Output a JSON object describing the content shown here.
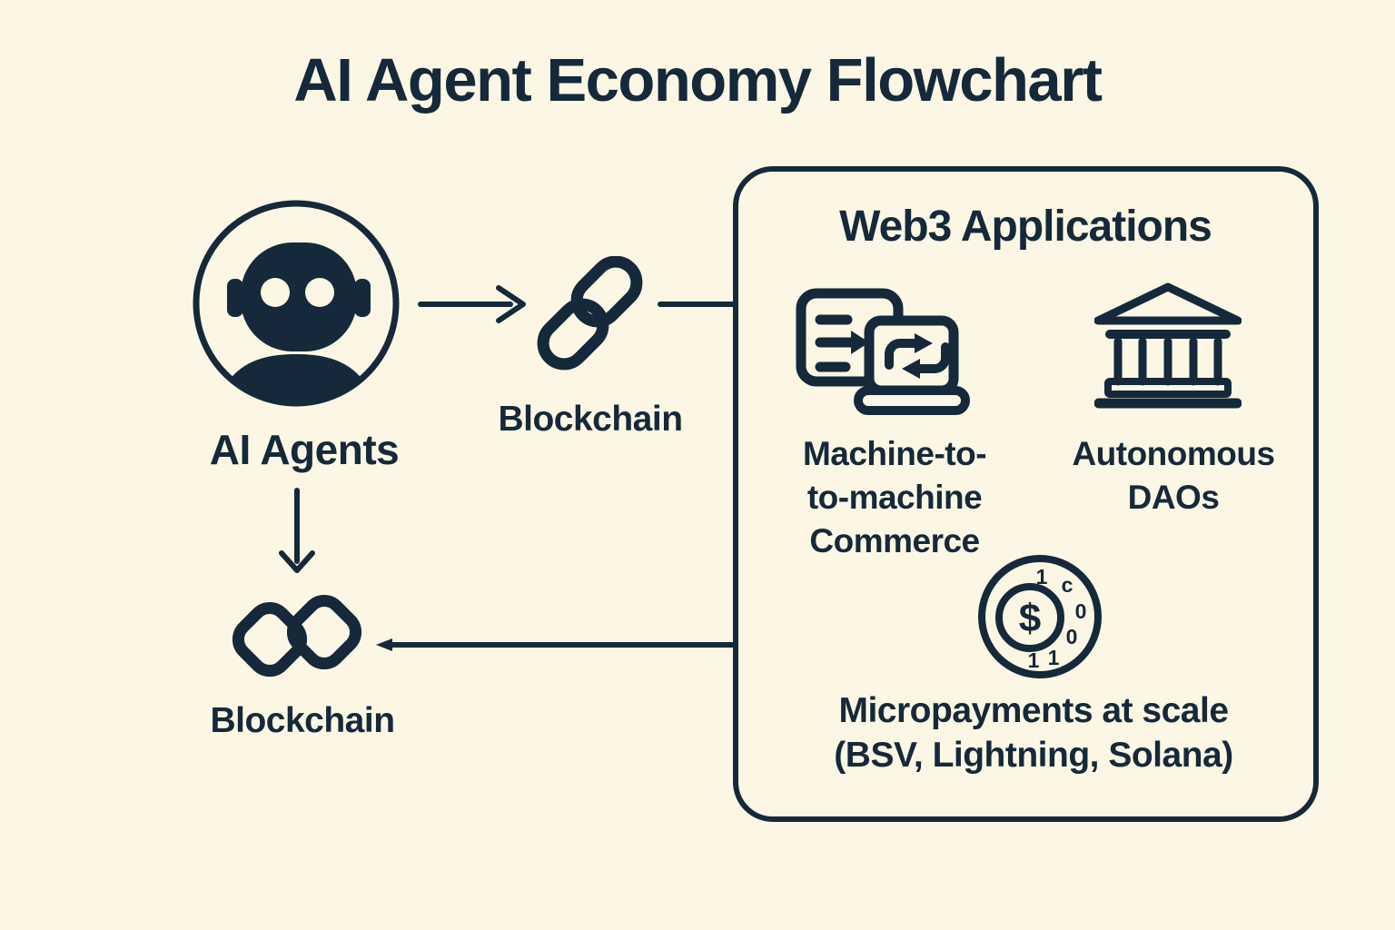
{
  "colors": {
    "background": "#FBF7E4",
    "ink": "#15293A"
  },
  "title": "AI Agent Economy Flowchart",
  "nodes": {
    "ai_agents": {
      "label": "AI Agents",
      "icon": "robot-icon"
    },
    "blockchain_top": {
      "label": "Blockchain",
      "icon": "chain-link-icon"
    },
    "blockchain_bottom": {
      "label": "Blockchain",
      "icon": "chain-link-icon"
    }
  },
  "web3_box": {
    "title": "Web3 Applications",
    "items": [
      {
        "name": "machine-to-machine-commerce",
        "icon": "machine-to-machine-icon",
        "lines": [
          "Machine-to-",
          "to-machine",
          "Commerce"
        ]
      },
      {
        "name": "autonomous-daos",
        "icon": "bank-icon",
        "lines": [
          "Autonomous",
          "DAOs"
        ]
      },
      {
        "name": "micropayments-at-scale",
        "icon": "coin-icon",
        "lines": [
          "Micropayments at scale",
          "(BSV, Lightning, Solana)"
        ]
      }
    ]
  },
  "coin": {
    "symbol": "$",
    "digits": [
      "1",
      "c",
      "0",
      "0",
      "1",
      "1"
    ]
  }
}
